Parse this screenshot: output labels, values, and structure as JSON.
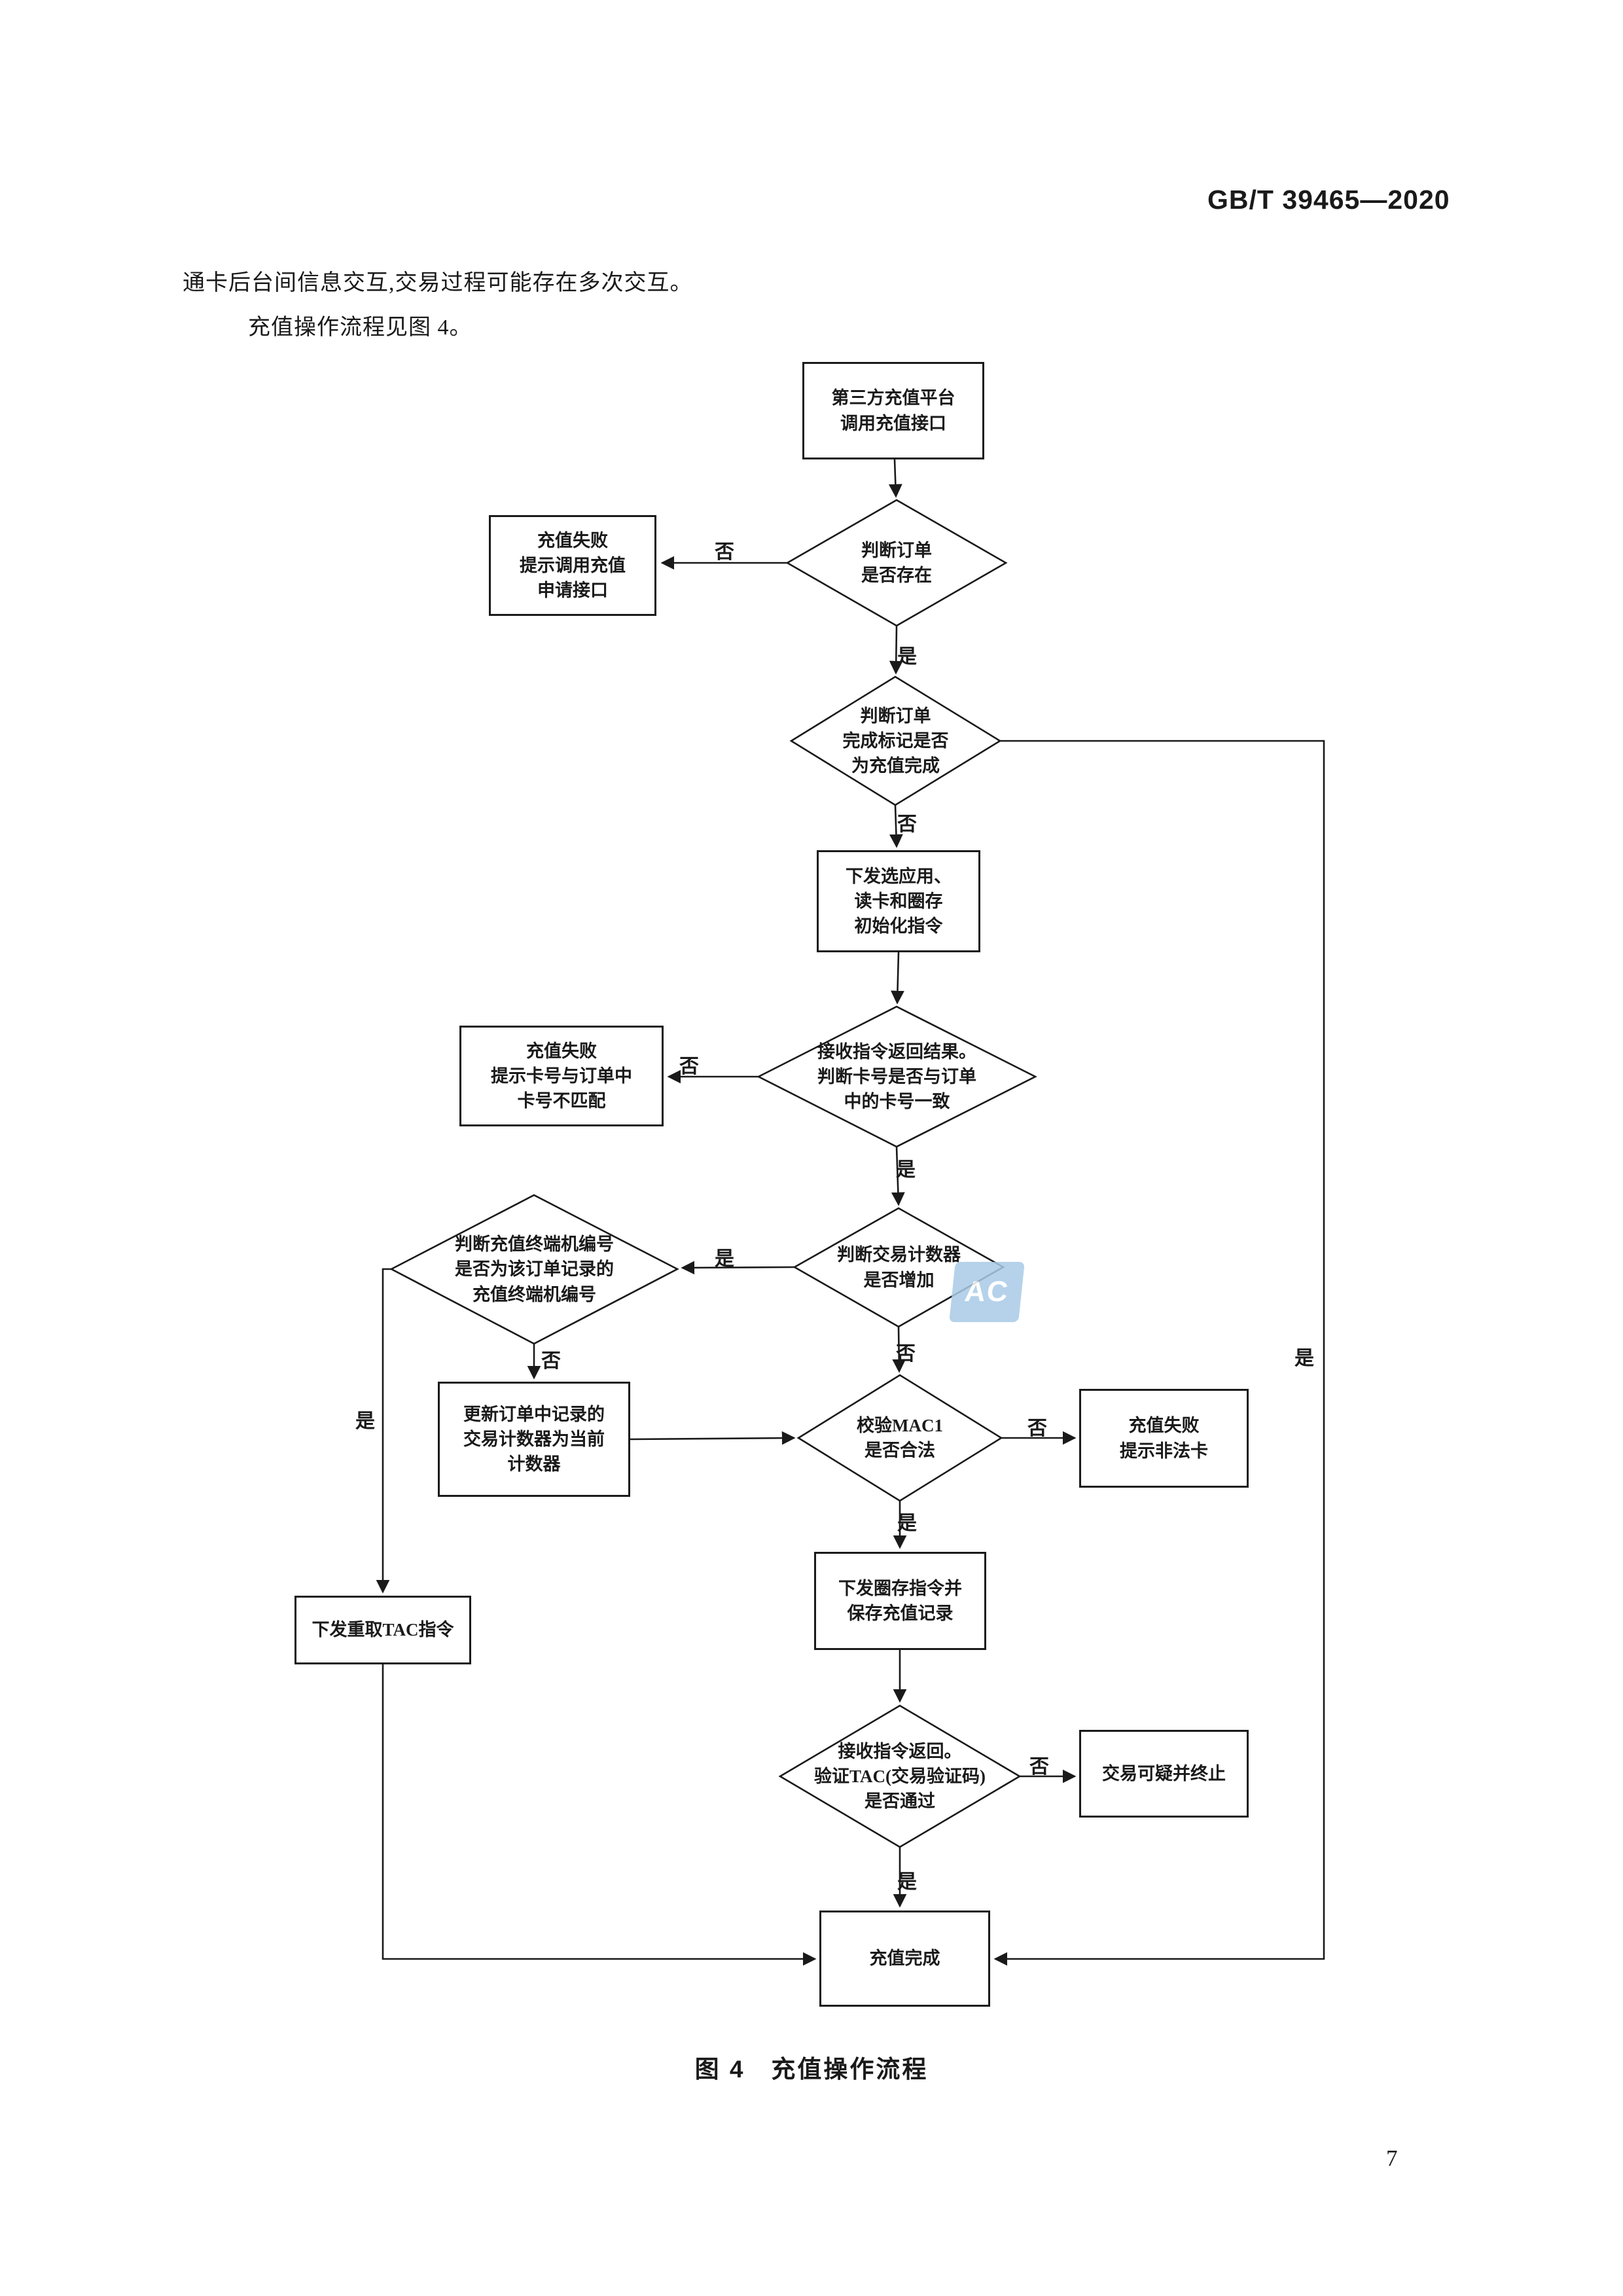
{
  "page": {
    "standard_number": "GB/T 39465—2020",
    "intro_line1": "通卡后台间信息交互,交易过程可能存在多次交互。",
    "intro_line2": "充值操作流程见图 4。",
    "figure_caption": "图 4　充值操作流程",
    "page_number": "7"
  },
  "labels": {
    "yes": "是",
    "no": "否"
  },
  "watermark": {
    "text": "AC"
  },
  "nodes": {
    "start": "第三方充值平台\n调用充值接口",
    "check_order_exists": "判断订单\n是否存在",
    "fail_call_api": "充值失败\n提示调用充值\n申请接口",
    "check_order_complete": "判断订单\n完成标记是否\n为充值完成",
    "send_init": "下发选应用、\n读卡和圈存\n初始化指令",
    "check_card_match": "接收指令返回结果。\n判断卡号是否与订单\n中的卡号一致",
    "fail_card_mismatch": "充值失败\n提示卡号与订单中\n卡号不匹配",
    "check_counter": "判断交易计数器\n是否增加",
    "check_terminal": "判断充值终端机编号\n是否为该订单记录的\n充值终端机编号",
    "update_counter": "更新订单中记录的\n交易计数器为当前\n计数器",
    "check_mac1": "校验MAC1\n是否合法",
    "fail_illegal_card": "充值失败\n提示非法卡",
    "send_load": "下发圈存指令并\n保存充值记录",
    "resend_tac": "下发重取TAC指令",
    "check_tac": "接收指令返回。\n验证TAC(交易验证码)\n是否通过",
    "suspicious": "交易可疑并终止",
    "complete": "充值完成"
  }
}
